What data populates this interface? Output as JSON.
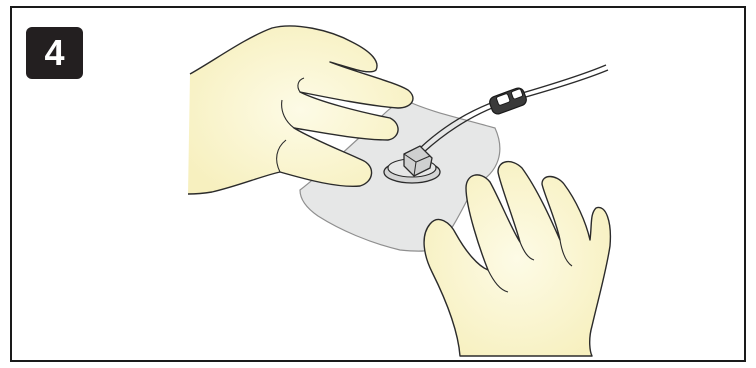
{
  "step": {
    "number": "4"
  },
  "colors": {
    "frame": "#1a1a1a",
    "badge": "#231f20",
    "glove_fill": "#fbf8d6",
    "dressing_fill": "#e5e6e6",
    "outline": "#2b2b2b",
    "clamp": "#333333"
  },
  "icons": {
    "left_hand": "gloved-hand",
    "right_hand": "gloved-hand",
    "dressing": "transparent-film-dressing",
    "securement_device": "catheter-securement-device",
    "clamp": "tube-clamp"
  }
}
